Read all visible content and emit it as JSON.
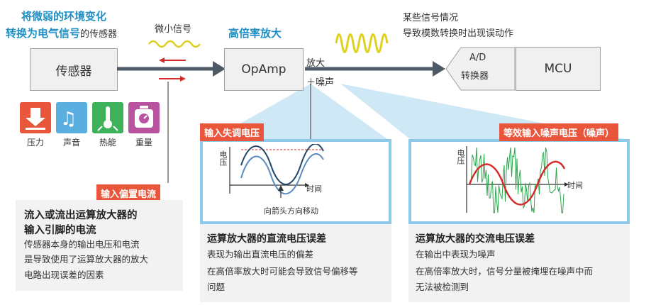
{
  "header": {
    "title_line1": "将微弱的环境变化",
    "title_line2_emph": "转换为电气信号",
    "title_line2_rest": "的传感器"
  },
  "small_signal_label": "微小信号",
  "sensor_box_label": "传感器",
  "sensors": [
    {
      "label": "压力",
      "icon": "pressure-icon"
    },
    {
      "label": "声音",
      "icon": "music-icon"
    },
    {
      "label": "热能",
      "icon": "thermometer-icon"
    },
    {
      "label": "重量",
      "icon": "scale-icon"
    }
  ],
  "opamp": {
    "title": "高倍率放大",
    "box_label": "OpAmp",
    "out_label1": "放大",
    "out_label2": "＋噪声"
  },
  "signal_note": {
    "line1": "某些信号情况",
    "line2": "导致模数转换时出现误动作"
  },
  "adc_label_line1": "A/D",
  "adc_label_line2": "转换器",
  "mcu_label": "MCU",
  "bias_tag": "输入偏置电流",
  "bias_panel": {
    "title_line1": "流入或流出运算放大器的",
    "title_line2": "输入引脚的电流",
    "text_line1": "传感器本身的输出电压和电流",
    "text_line2": "是导致使用了运算放大器的放大",
    "text_line3": "电路出现误差的因素"
  },
  "offset_tag": "输入失调电压",
  "offset_panel": {
    "graph_ylabel": "电压",
    "graph_xlabel": "时间",
    "graph_note": "向箭头方向移动",
    "title": "运算放大器的直流电压误差",
    "text_line1": "表现为输出直流电压的偏差",
    "text_line2": "在高倍率放大时可能会导致信号偏移等",
    "text_line3": "问题"
  },
  "noise_tag": "等效输入噪声电压（噪声）",
  "noise_panel": {
    "graph_ylabel": "电压",
    "graph_xlabel": "时间",
    "title": "运算放大器的交流电压误差",
    "text_line1": "在输出中表现为噪声",
    "text_line2": "在高倍率放大时，信号分量被掩埋在噪声中而",
    "text_line3": "无法被检测到"
  },
  "colors": {
    "accent_teal": "#1f8fc4",
    "tag_red": "#e9563c",
    "wave_yellow": "#e0d020",
    "noise_green": "#2aa64a",
    "signal_red": "#d42a2a",
    "panel_border": "#8fc9ea"
  }
}
